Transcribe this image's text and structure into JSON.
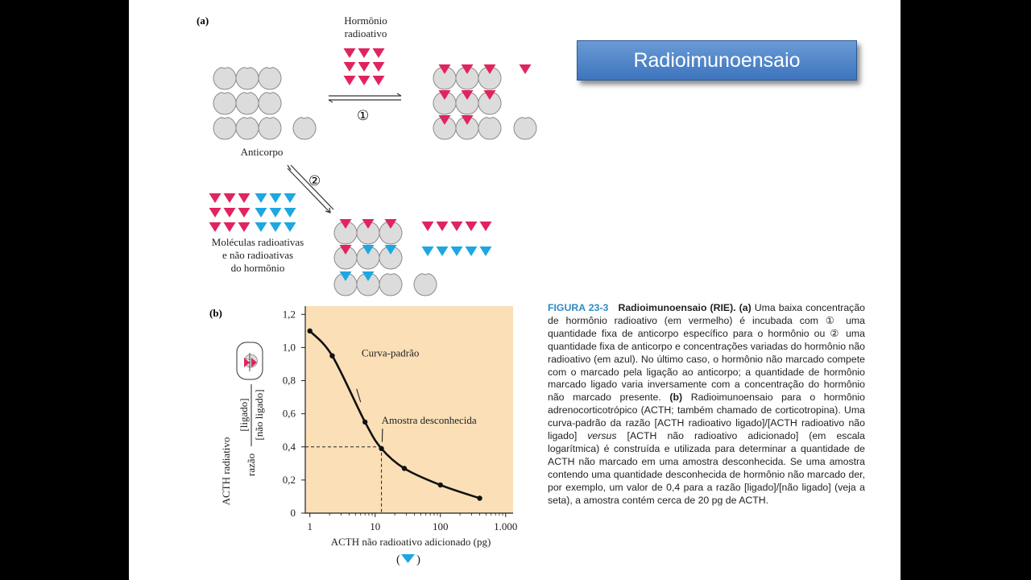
{
  "title": "Radioimunoensaio",
  "panel_a": {
    "label": "(a)",
    "hormone_label": [
      "Hormônio",
      "radioativo"
    ],
    "antibody_label": "Anticorpo",
    "step1": "①",
    "step2": "②",
    "molecules_label": [
      "Moléculas radioativas",
      "e não radioativas",
      "do hormônio"
    ]
  },
  "panel_b": {
    "label": "(b)",
    "ylabel_main": "ACTH radiativo",
    "ylabel_ratio": "razão",
    "ylabel_num": "[ligado]",
    "ylabel_den": "[não ligado]",
    "xlabel": "ACTH não radioativo adicionado (pg)",
    "xlabel_open": "(",
    "xlabel_close": ")",
    "annotation_curve": "Curva-padrão",
    "annotation_sample": "Amostra desconhecida"
  },
  "chart_data": {
    "type": "line",
    "title": "",
    "xlabel": "ACTH não radioativo adicionado (pg)",
    "ylabel": "ACTH radiativo razão [ligado]/[não ligado]",
    "x_scale": "log",
    "xlim": [
      0.85,
      1300
    ],
    "ylim": [
      0,
      1.25
    ],
    "x_ticks": [
      1,
      10,
      100,
      1000
    ],
    "x_tick_labels": [
      "1",
      "10",
      "100",
      "1.000"
    ],
    "y_ticks": [
      0,
      0.2,
      0.4,
      0.6,
      0.8,
      1.0,
      1.2
    ],
    "y_tick_labels": [
      "0",
      "0,2",
      "0,4",
      "0,6",
      "0,8",
      "1,0",
      "1,2"
    ],
    "series": [
      {
        "x": [
          1,
          2.2,
          7,
          12.5,
          28,
          100,
          400
        ],
        "y": [
          1.1,
          0.95,
          0.55,
          0.39,
          0.27,
          0.17,
          0.09
        ]
      }
    ],
    "reference_point": {
      "x": 12.5,
      "y": 0.4
    }
  },
  "caption": {
    "figure": "FIGURA 23-3",
    "heading": "Radioimunoensaio (RIE).",
    "part_a_label": "(a)",
    "part_a_text": "Uma baixa concentração de hormônio radioativo (em vermelho) é incubada com ① uma quantidade fixa de anticorpo específico para o hormônio ou ② uma quantidade fixa de anticorpo e concentrações variadas do hormônio não radioativo (em azul). No último caso, o hormônio não marcado compete com o marcado pela ligação ao anticorpo; a quantidade de hormônio marcado ligado varia inversamente com a concentração do hormônio não marcado presente.",
    "part_b_label": "(b)",
    "part_b_text_1": "Radioimunoensaio para o hormônio adrenocorticotrópico (ACTH; também chamado de corticotropina). Uma curva-padrão da razão [ACTH radioativo ligado]/[ACTH radioativo não ligado]",
    "part_b_versus": "versus",
    "part_b_text_2": "[ACTH não radioativo adicionado] (em escala logarítmica) é construída e utilizada para determinar a quantidade de ACTH não marcado em uma amostra desconhecida. Se uma amostra contendo uma quantidade desconhecida de hormônio não marcado der, por exemplo, um valor de 0,4 para a razão [ligado]/[não ligado] (veja a seta), a amostra contém cerca de 20 pg de ACTH."
  },
  "colors": {
    "red": "#e0245e",
    "blue": "#1ea7e0",
    "chart_bg": "#fbdfb7",
    "antibody": "#dcdcdc",
    "title_bg": "#4f86c9"
  }
}
